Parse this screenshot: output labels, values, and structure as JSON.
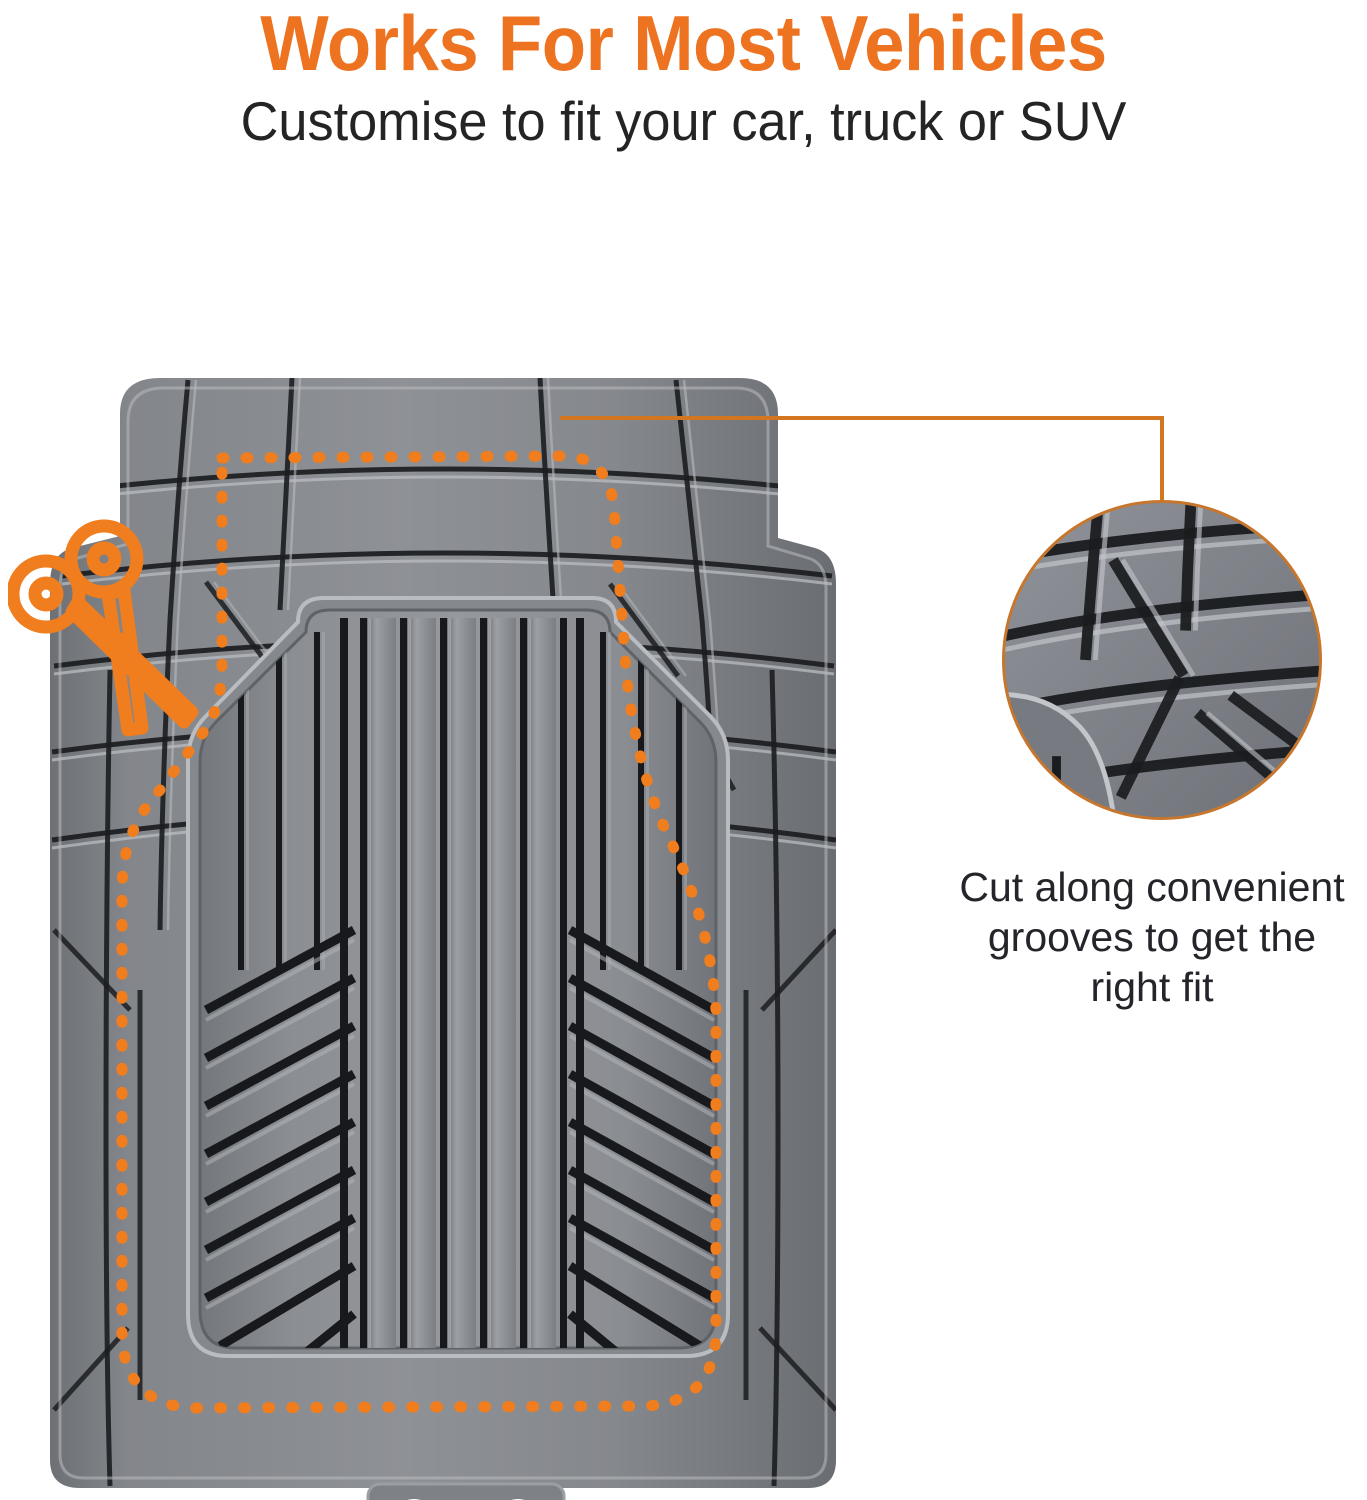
{
  "header": {
    "headline": "Works For Most Vehicles",
    "subhead": "Customise to fit your car, truck or SUV",
    "headline_color": "#ED7321",
    "subhead_color": "#242424"
  },
  "callout": {
    "caption_line1": "Cut along convenient",
    "caption_line2": "grooves to get the",
    "caption_line3": "right fit",
    "caption_full": "Cut along convenient grooves to get the right fit",
    "ring_color": "#C8762C",
    "leader_color": "#D4751F"
  },
  "product": {
    "name": "all-weather-trim-to-fit-car-floor-mat",
    "body_color": "#7e8186",
    "highlight_color": "#a7aaae",
    "groove_color": "#16181a",
    "cut_line_color": "#F07D1E",
    "cut_line_style": "dotted"
  },
  "icons": {
    "scissors": "scissors-icon",
    "scissors_color": "#F07D1E",
    "magnifier": "zoom-detail-circle"
  }
}
